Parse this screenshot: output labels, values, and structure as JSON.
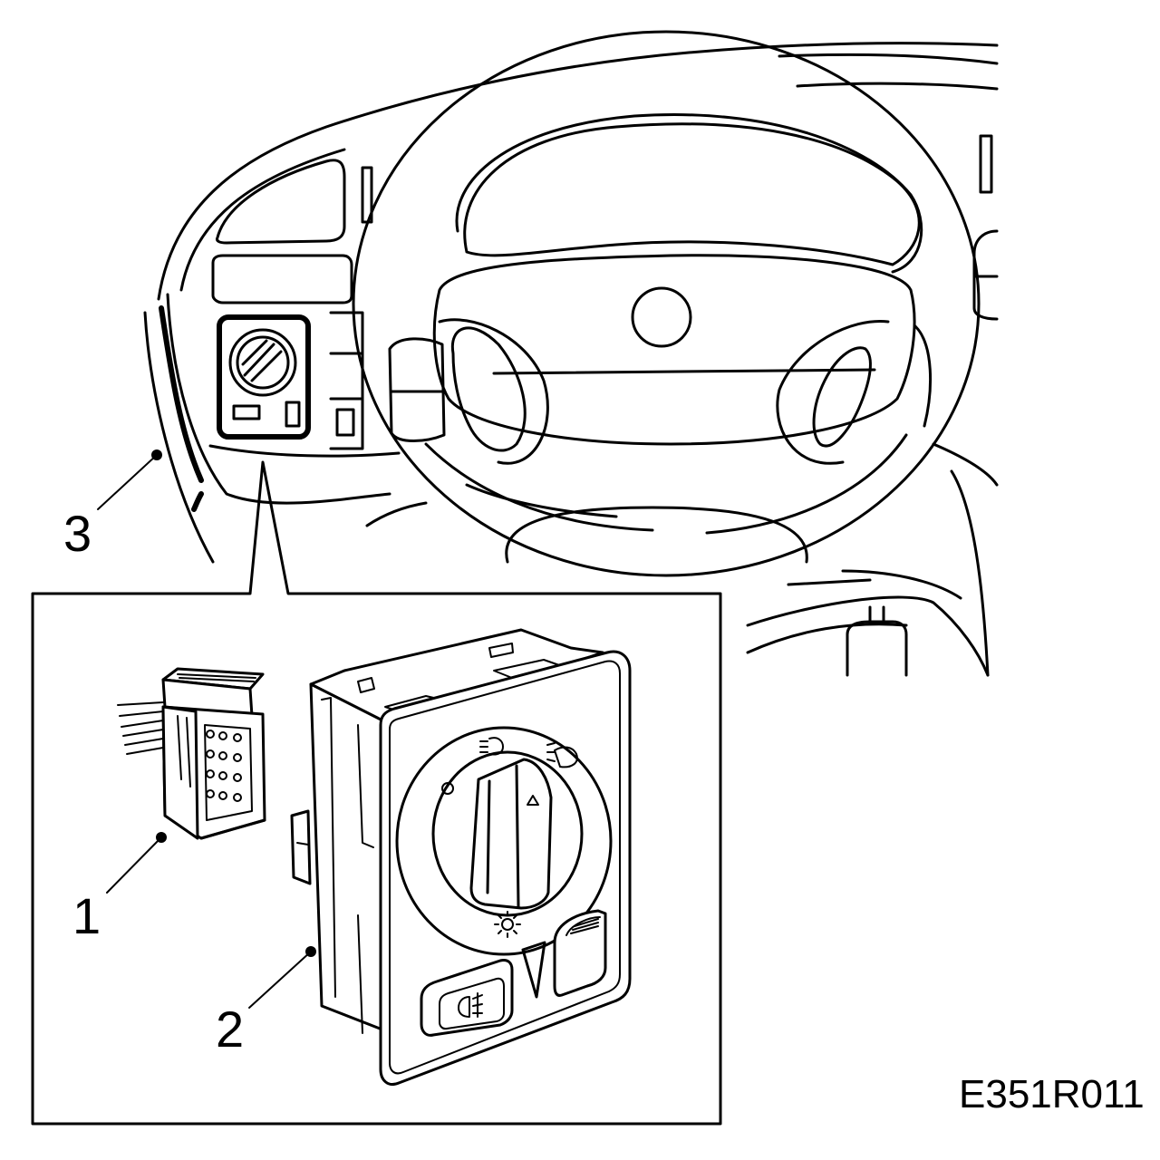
{
  "figure": {
    "code": "E351R011",
    "callouts": [
      {
        "number": "1",
        "part": "connector"
      },
      {
        "number": "2",
        "part": "light-switch"
      },
      {
        "number": "3",
        "part": "dashboard-panel"
      }
    ]
  },
  "colors": {
    "line": "#000000",
    "background": "#ffffff"
  },
  "icons": [
    "parking-light-icon",
    "low-beam-icon",
    "headlight-icon",
    "panel-brightness-icon",
    "front-fog-light-icon",
    "warning-triangle-icon"
  ]
}
